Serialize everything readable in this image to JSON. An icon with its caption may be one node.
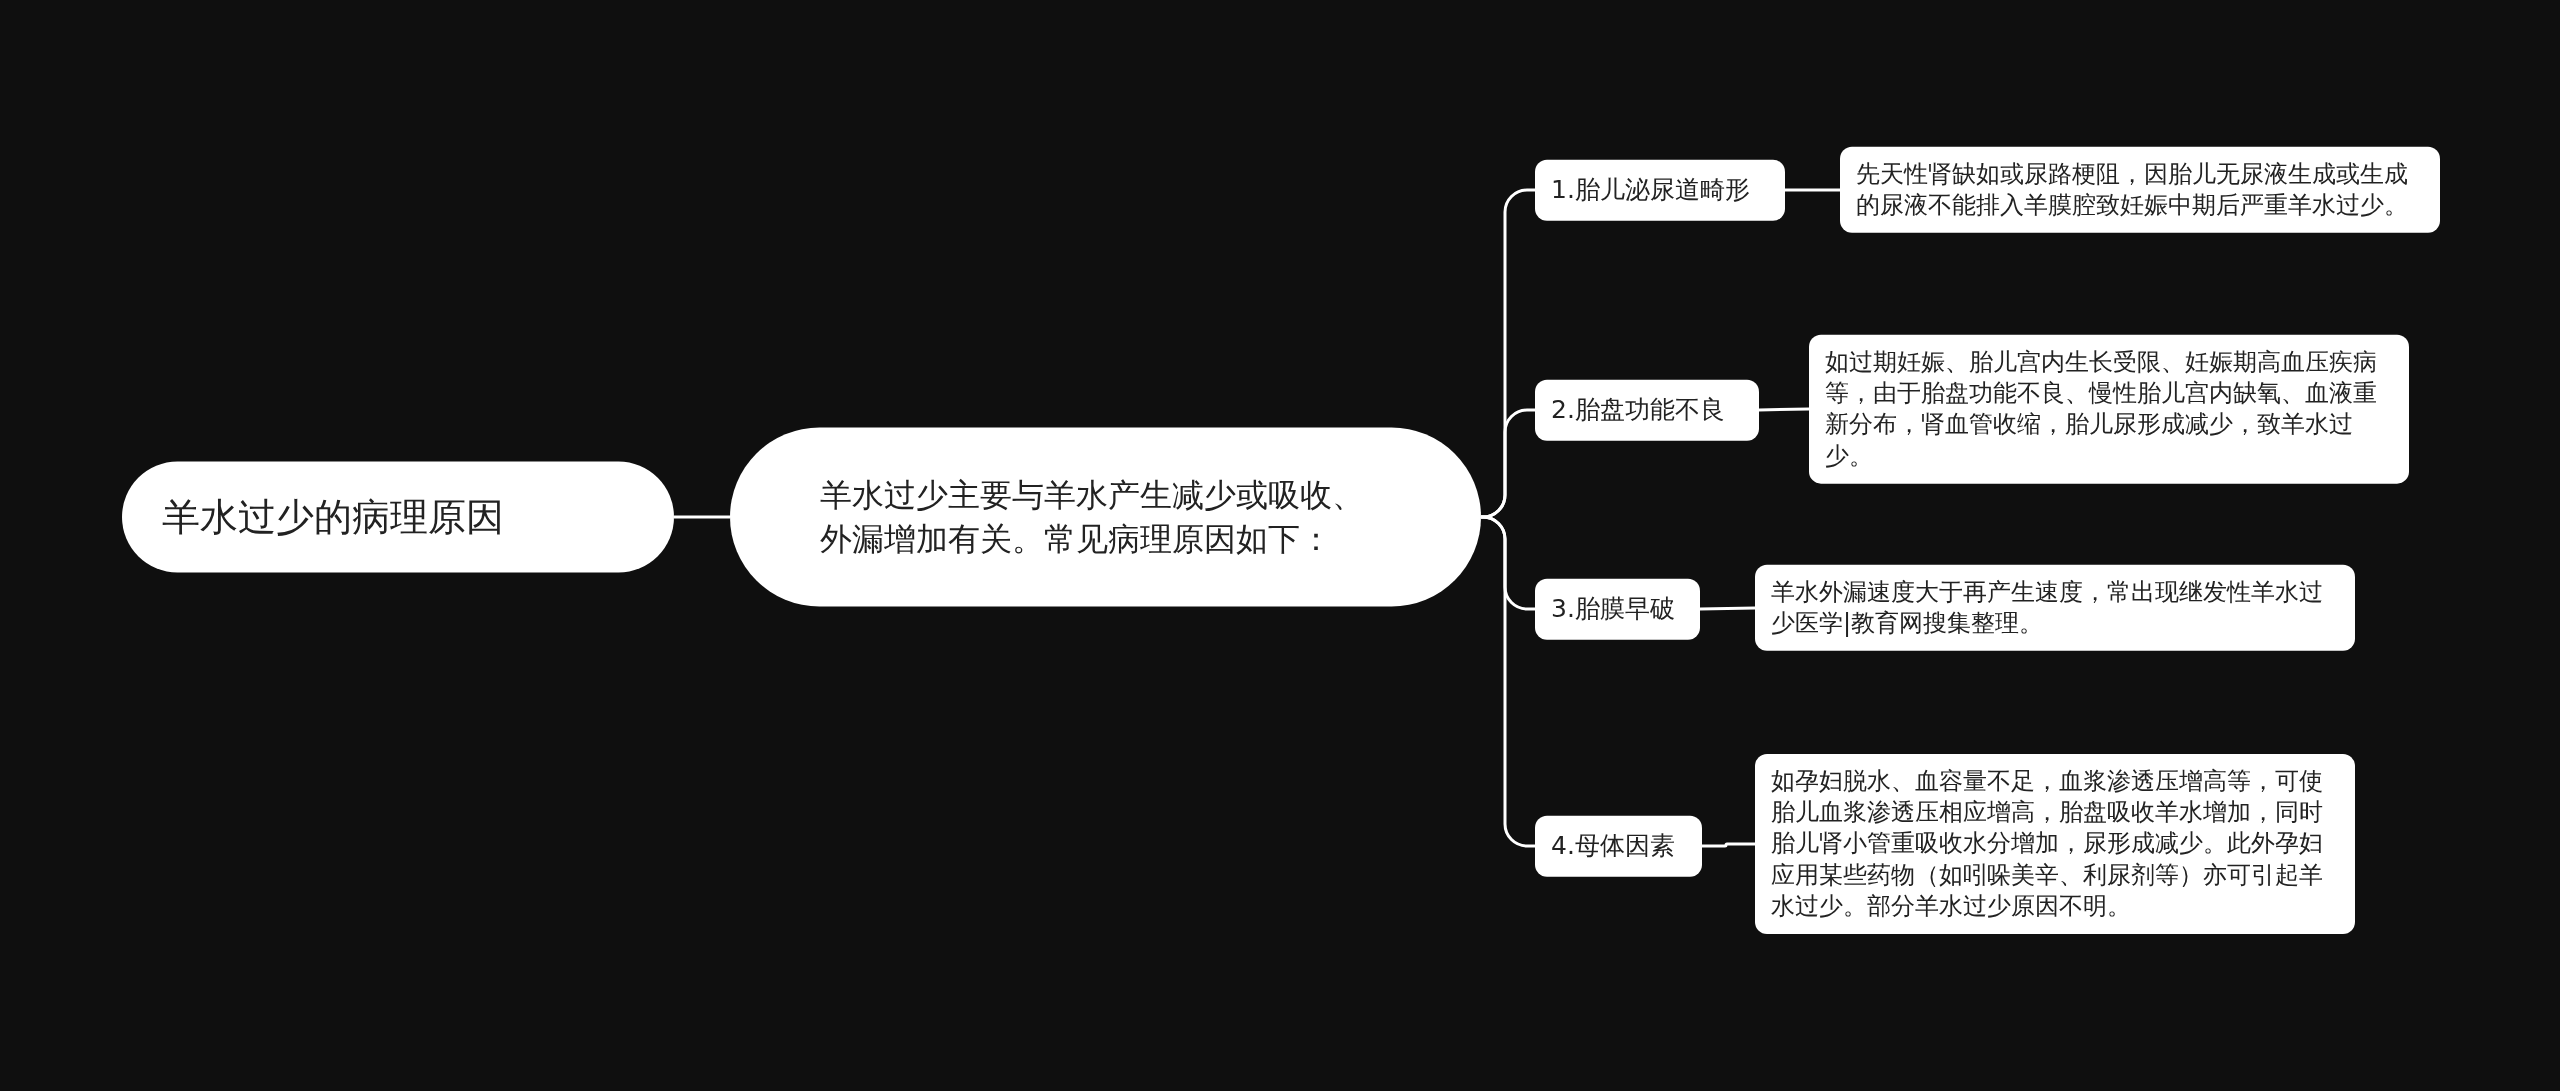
{
  "diagram": {
    "nodes": [
      {
        "text": [
          "羊水过少的病理原因"
        ]
      },
      {
        "text": [
          "羊水过少主要与羊水产生减少或吸收、外漏增加有关。常见病理原因如下："
        ]
      },
      {
        "text": [
          "1.胎儿泌尿道畸形"
        ]
      },
      {
        "text": [
          "先天性肾缺如或尿路梗阻，因胎儿无尿液生成或生成的尿液不能排入羊膜腔致妊娠中期后严重羊水过少。"
        ]
      },
      {
        "text": [
          "2.胎盘功能不良"
        ]
      },
      {
        "text": [
          "如过期妊娠、胎儿宫内生长受限、妊娠期高血压疾病等，由于胎盘功能不良、慢性胎儿宫内缺氧、血液重新分布，肾血管收缩，胎儿尿形成减少，致羊水过少。"
        ]
      },
      {
        "text": [
          "3.胎膜早破"
        ]
      },
      {
        "text": [
          "羊水外漏速度大于再产生速度，常出现继发性羊水过少医学|教育网搜集整理。"
        ]
      },
      {
        "text": [
          "4.母体因素"
        ]
      },
      {
        "text": [
          "如孕妇脱水、血容量不足，血浆渗透压增高等，可使胎儿血浆渗透压相应增高，胎盘吸收羊水增加，同时胎儿肾小管重吸收水分增加，尿形成减少。此外孕妇应用某些药物（如吲哚美辛、利尿剂等）亦可引起羊水过少。部分羊水过少原因不明。"
        ]
      }
    ],
    "edges": [
      {
        "from": 0,
        "to": 1,
        "arrow": "none"
      },
      {
        "from": 1,
        "to": 2,
        "arrow": "none"
      },
      {
        "from": 1,
        "to": 4,
        "arrow": "none"
      },
      {
        "from": 1,
        "to": 6,
        "arrow": "none"
      },
      {
        "from": 1,
        "to": 8,
        "arrow": "none"
      },
      {
        "from": 2,
        "to": 3,
        "arrow": "none"
      },
      {
        "from": 4,
        "to": 5,
        "arrow": "none"
      },
      {
        "from": 6,
        "to": 7,
        "arrow": "none"
      },
      {
        "from": 8,
        "to": 9,
        "arrow": "none"
      }
    ]
  }
}
